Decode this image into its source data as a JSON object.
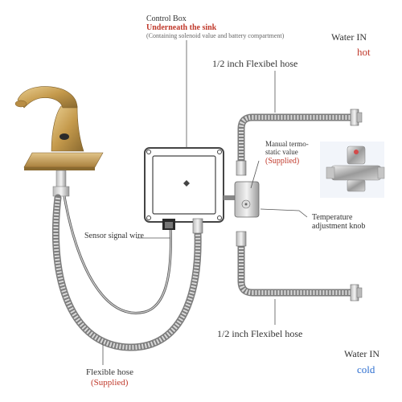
{
  "control_box": {
    "title": "Control Box",
    "subtitle": "Underneath the sink",
    "note": "(Containing solenoid value and battery compartment)"
  },
  "water_in_hot": {
    "label": "Water IN",
    "temp": "hot"
  },
  "water_in_cold": {
    "label": "Water IN",
    "temp": "cold"
  },
  "hose_top_label": "1/2 inch Flexibel hose",
  "hose_bottom_label": "1/2 inch Flexibel hose",
  "thermostatic": {
    "line1": "Manual termo-",
    "line2": "static value",
    "supplied": "(Supplied)"
  },
  "temperature_knob": {
    "line1": "Temperature",
    "line2": "adjustment knob"
  },
  "sensor_wire_label": "Sensor signal wire",
  "flexible_hose": {
    "label": "Flexible hose",
    "supplied": "(Supplied)"
  },
  "colors": {
    "text": "#333333",
    "accent_red": "#c0392b",
    "accent_blue": "#2e6fd0",
    "gold": "#c9a25a",
    "hose": "#9a9a9a",
    "box_line": "#444444"
  }
}
